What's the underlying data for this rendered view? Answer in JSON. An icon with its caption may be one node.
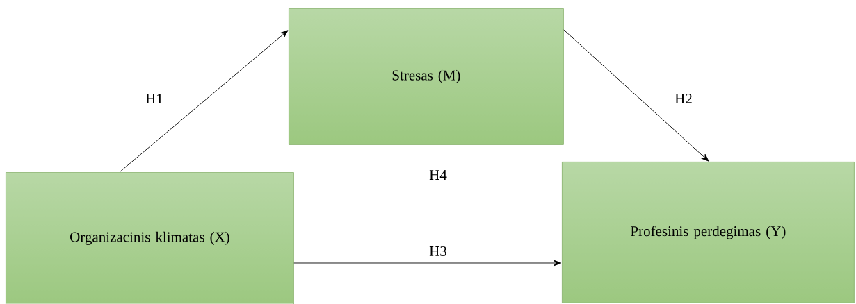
{
  "diagram": {
    "nodes": [
      {
        "text": [
          "Organizacinis klimatas (X)"
        ]
      },
      {
        "text": [
          "Stresas (M)"
        ]
      },
      {
        "text": [
          "Profesinis perdegimas (Y)"
        ]
      }
    ],
    "edges": [
      {
        "from": 0,
        "to": 1,
        "arrow": "to",
        "label": "H1"
      },
      {
        "from": 1,
        "to": 2,
        "arrow": "to",
        "label": "H2"
      },
      {
        "from": 0,
        "to": 2,
        "arrow": "to",
        "label": "H3"
      }
    ],
    "labels": [
      "H4"
    ]
  }
}
